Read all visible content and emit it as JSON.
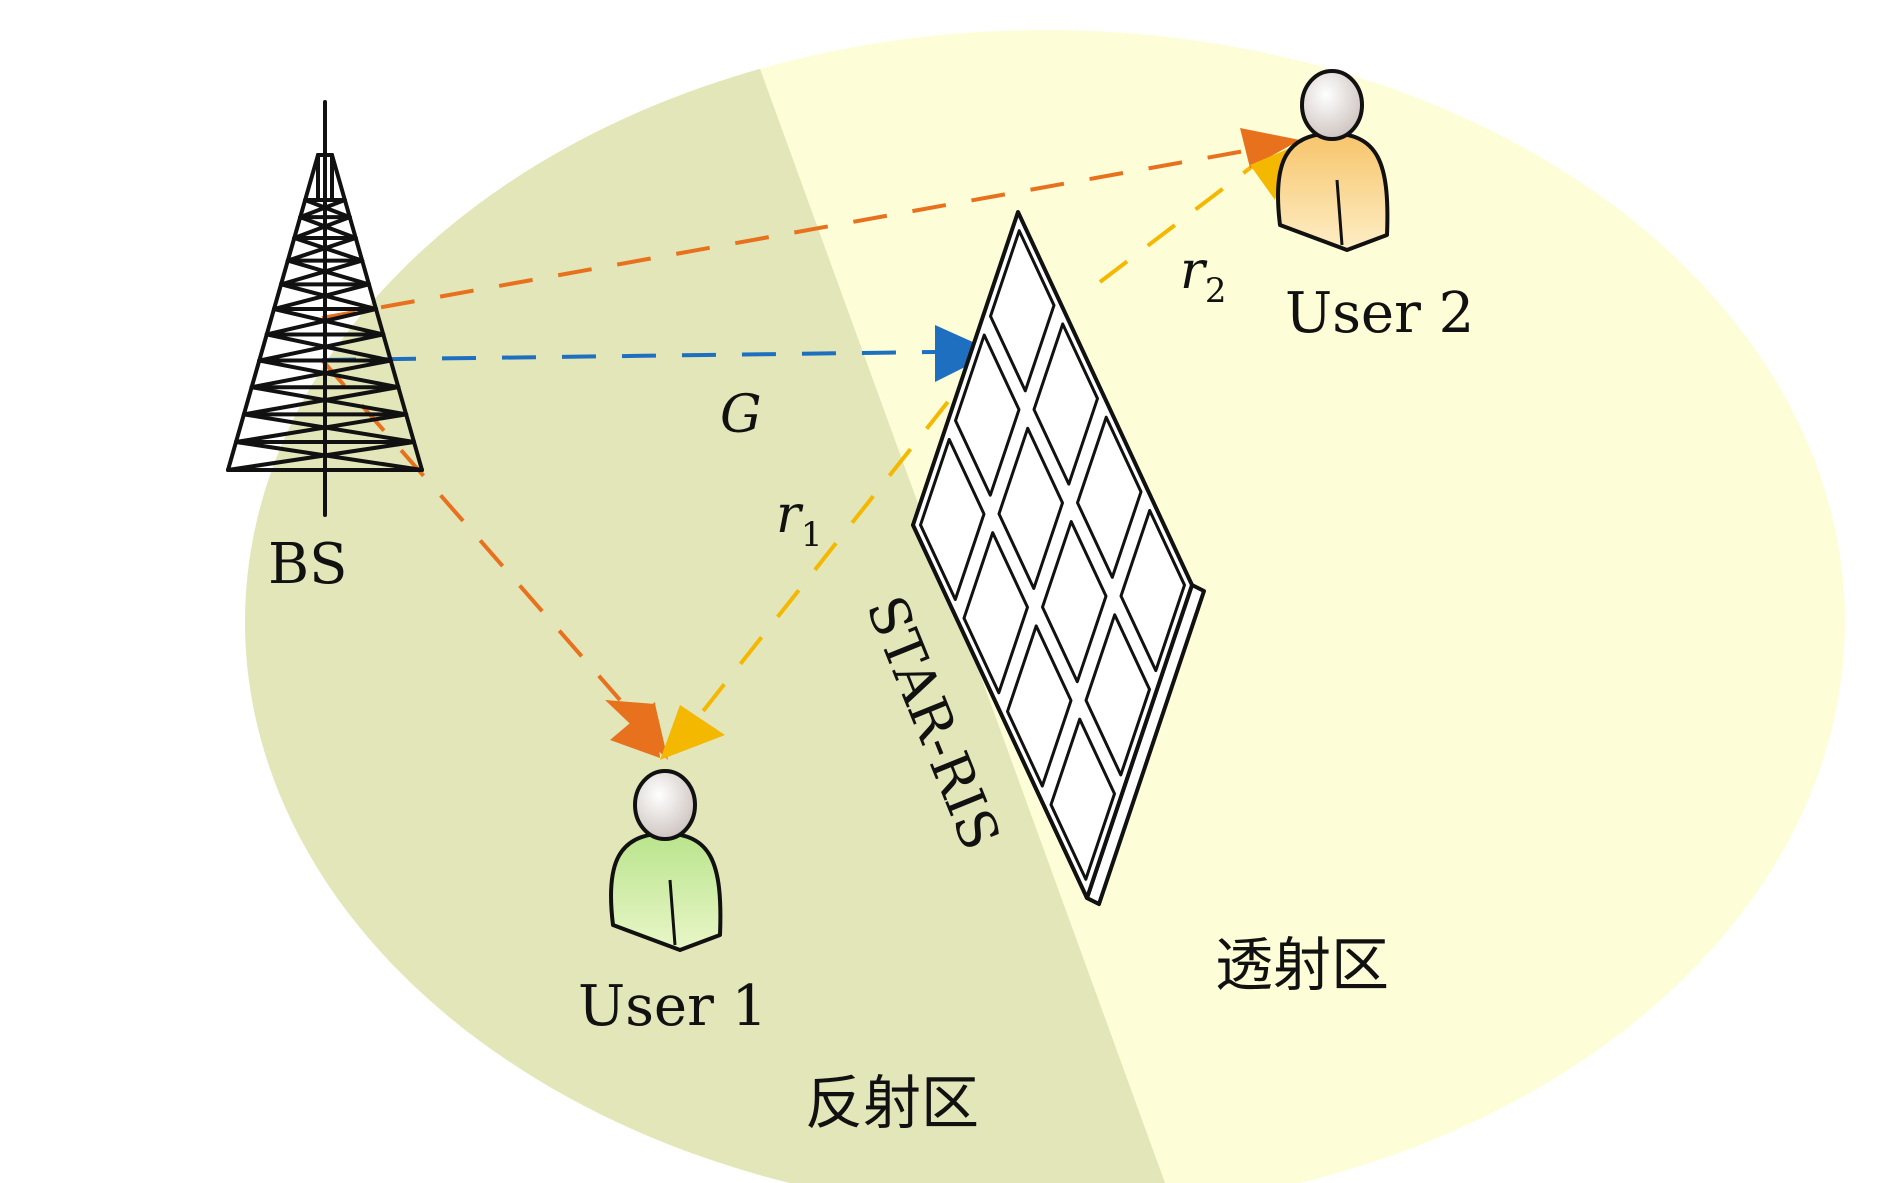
{
  "labels": {
    "bs": "BS",
    "ris": "STAR-RIS",
    "user1": "User 1",
    "user2": "User 2",
    "reflection_zone": "反射区",
    "transmission_zone": "透射区"
  },
  "channels": {
    "g": "G",
    "r1_base": "r",
    "r1_sub": "1",
    "r2_base": "r",
    "r2_sub": "2"
  },
  "colors": {
    "reflection_zone": "#e3e6b9",
    "transmission_zone": "#fdfdd8",
    "direct_link": "#e8711e",
    "bs_to_ris": "#1f6fc1",
    "ris_link": "#f5b800",
    "user1_body": "#9ed36a",
    "user2_body": "#f7c46a",
    "head": "#f4f0ee"
  },
  "icons": {
    "bs": "cell-tower-icon",
    "user": "person-icon",
    "ris": "reflecting-surface-grid-icon"
  }
}
